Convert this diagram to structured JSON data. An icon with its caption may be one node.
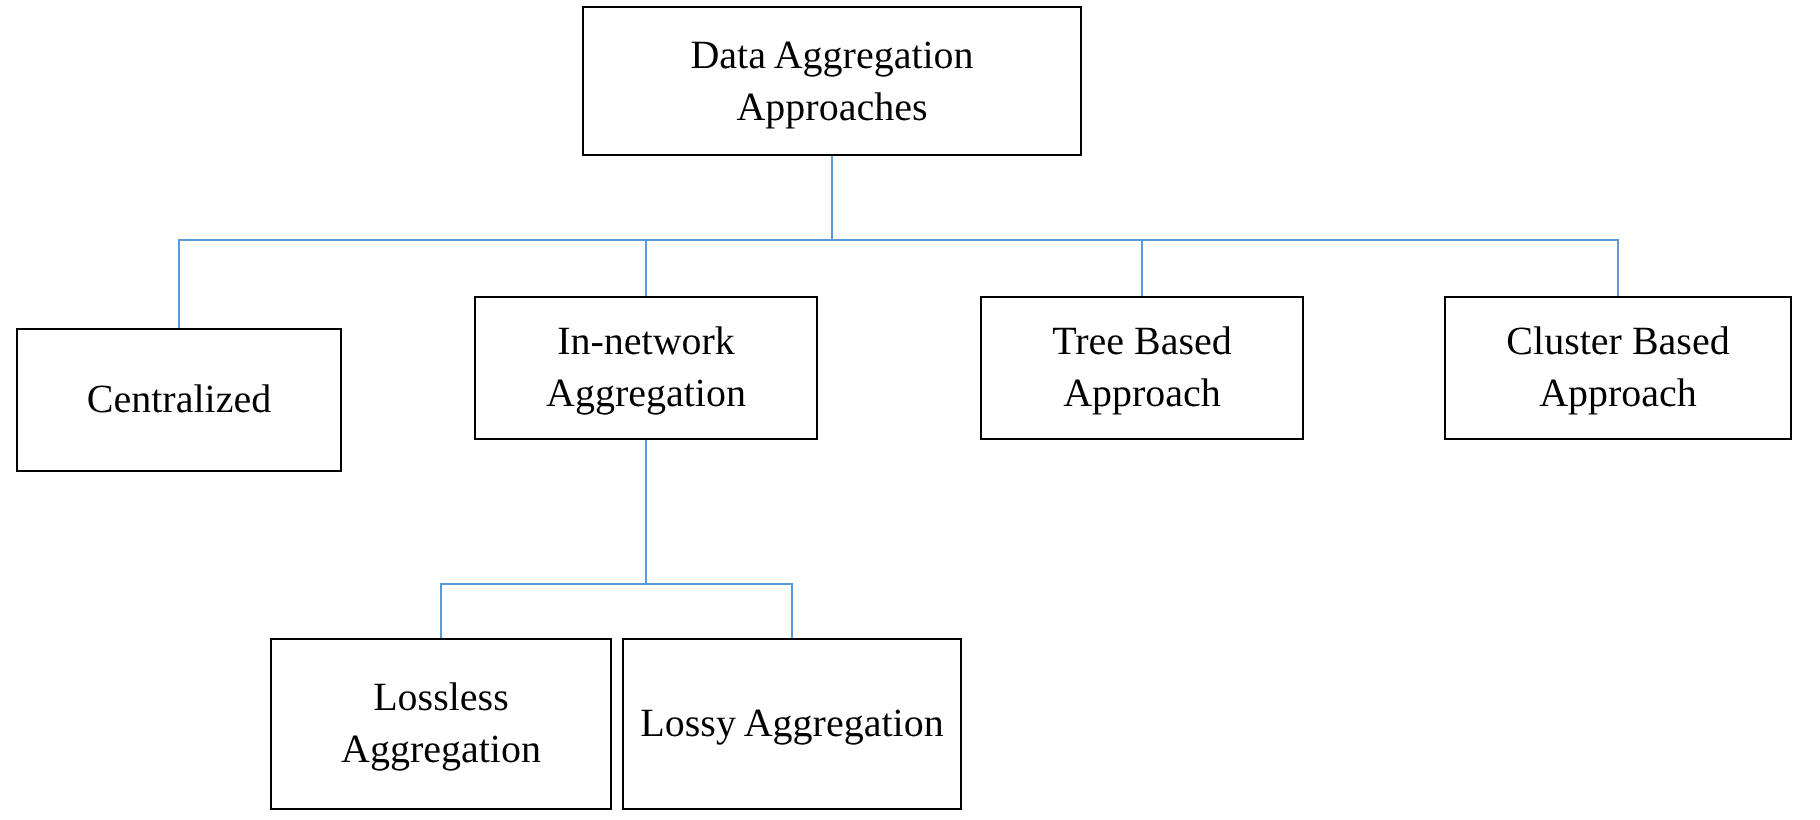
{
  "diagram": {
    "nodes": [
      {
        "text": [
          "Data Aggregation Approaches"
        ]
      },
      {
        "text": [
          "Centralized"
        ]
      },
      {
        "text": [
          "In-network Aggregation"
        ]
      },
      {
        "text": [
          "Tree Based Approach"
        ]
      },
      {
        "text": [
          "Cluster Based Approach"
        ]
      },
      {
        "text": [
          "Lossless Aggregation"
        ]
      },
      {
        "text": [
          "Lossy Aggregation"
        ]
      }
    ],
    "edges": [
      {
        "from": 0,
        "to": 1,
        "arrow": "none"
      },
      {
        "from": 0,
        "to": 2,
        "arrow": "none"
      },
      {
        "from": 0,
        "to": 3,
        "arrow": "none"
      },
      {
        "from": 0,
        "to": 4,
        "arrow": "none"
      },
      {
        "from": 2,
        "to": 5,
        "arrow": "none"
      },
      {
        "from": 2,
        "to": 6,
        "arrow": "none"
      }
    ]
  }
}
